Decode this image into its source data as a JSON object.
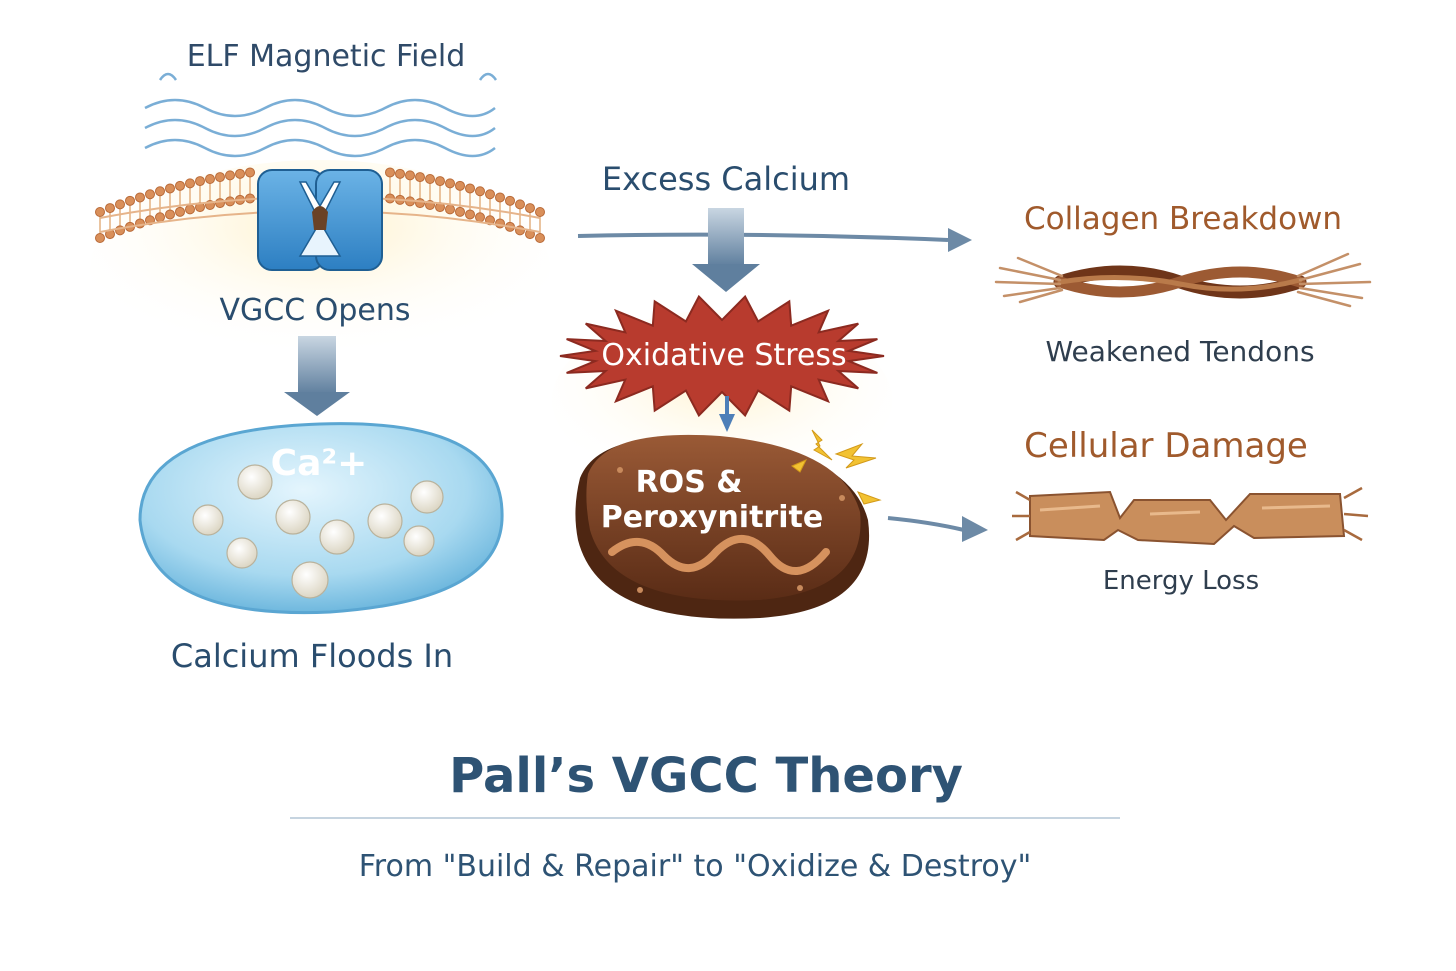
{
  "labels": {
    "elf_field": "ELF Magnetic Field",
    "excess_calcium": "Excess Calcium",
    "vgcc_opens": "VGCC Opens",
    "collagen_breakdown": "Collagen Breakdown",
    "weakened_tendons": "Weakened Tendons",
    "oxidative_stress": "Oxidative Stress",
    "cellular_damage": "Cellular Damage",
    "ca_ion": "Ca²+",
    "ros": "ROS &",
    "peroxynitrite": "Peroxynitrite",
    "energy_loss": "Energy Loss",
    "calcium_floods_in": "Calcium Floods In"
  },
  "title": "Pall’s VGCC Theory",
  "subtitle": "From \"Build & Repair\" to \"Oxidize & Destroy\"",
  "colors": {
    "text_blue": "#2a4d6e",
    "text_brown": "#a05a2c",
    "arrow": "#6d8aa6",
    "channel_blue": "#3d8fd0",
    "membrane_orange": "#d98f5a",
    "stress_red": "#b83b2e",
    "mito_brown": "#6e3b22",
    "vesicle_blue": "#9fd3ee",
    "fiber_brown": "#8a4a26"
  },
  "icons": [
    "wave-icon",
    "ion-channel-icon",
    "membrane-icon",
    "vesicle-icon",
    "starburst-icon",
    "mitochondrion-icon",
    "collagen-fiber-icon",
    "damaged-fiber-icon",
    "lightning-icon"
  ]
}
